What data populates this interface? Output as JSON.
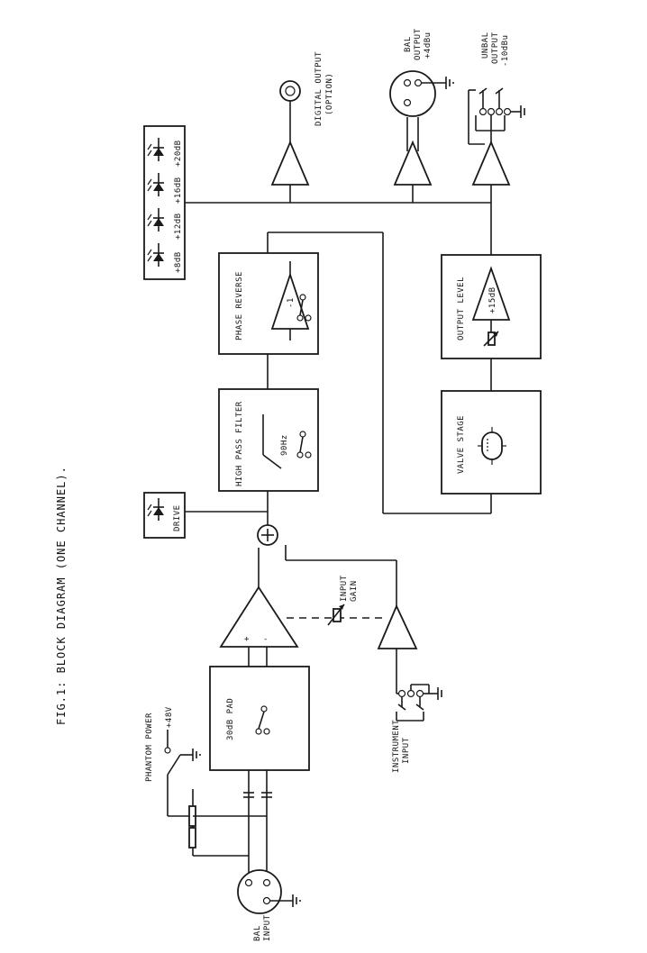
{
  "figure_title": "FIG.1: BLOCK DIAGRAM (ONE CHANNEL).",
  "blocks": {
    "pad": "30dB PAD",
    "high_pass": "HIGH PASS FILTER",
    "high_pass_freq": "90Hz",
    "phase_reverse": "PHASE REVERSE",
    "phase_gain": "-1",
    "valve_stage": "VALVE STAGE",
    "output_level": "OUTPUT LEVEL",
    "output_gain": "+15dB"
  },
  "inputs": {
    "bal_input": [
      "BAL",
      "INPUT"
    ],
    "instrument_input": [
      "INSTRUMENT",
      "INPUT"
    ],
    "phantom_power": "PHANTOM POWER",
    "phantom_voltage": "+48V",
    "input_gain": [
      "INPUT",
      "GAIN"
    ],
    "plus": "+",
    "minus": "-"
  },
  "outputs": {
    "digital": [
      "DIGITAL OUTPUT",
      "(OPTION)"
    ],
    "bal": [
      "BAL",
      "OUTPUT",
      "+4dBu"
    ],
    "unbal": [
      "UNBAL",
      "OUTPUT",
      "-10dBu"
    ]
  },
  "meters": {
    "drive": "DRIVE",
    "levels": [
      "+8dB",
      "+12dB",
      "+16dB",
      "+20dB"
    ]
  }
}
